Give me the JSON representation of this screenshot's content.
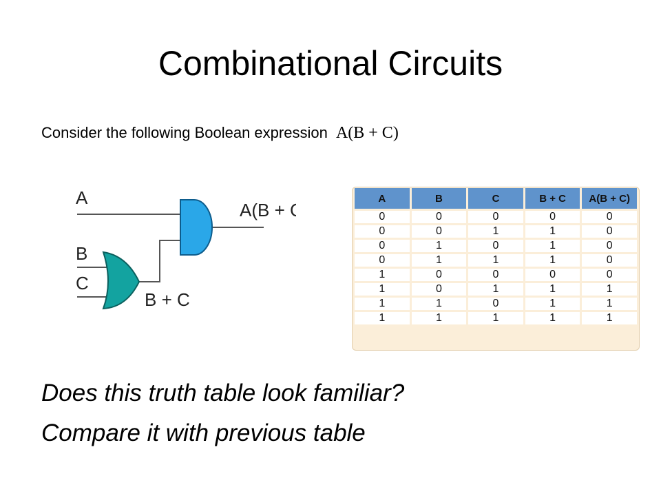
{
  "slide": {
    "title": "Combinational Circuits",
    "subtitle_text": "Consider the following Boolean expression",
    "expression": "A(B + C)",
    "question_1": "Does this truth table look familiar?",
    "question_2": "Compare it with previous table"
  },
  "circuit": {
    "input_a": "A",
    "input_b": "B",
    "input_c": "C",
    "or_output_label": "B + C",
    "output_label": "A(B + C)",
    "and_gate_color": "#2aa7e8",
    "or_gate_color": "#13a3a0"
  },
  "truth_table": {
    "header_color": "#5f93cc",
    "headers": [
      "A",
      "B",
      "C",
      "B + C",
      "A(B + C)"
    ],
    "rows": [
      [
        "0",
        "0",
        "0",
        "0",
        "0"
      ],
      [
        "0",
        "0",
        "1",
        "1",
        "0"
      ],
      [
        "0",
        "1",
        "0",
        "1",
        "0"
      ],
      [
        "0",
        "1",
        "1",
        "1",
        "0"
      ],
      [
        "1",
        "0",
        "0",
        "0",
        "0"
      ],
      [
        "1",
        "0",
        "1",
        "1",
        "1"
      ],
      [
        "1",
        "1",
        "0",
        "1",
        "1"
      ],
      [
        "1",
        "1",
        "1",
        "1",
        "1"
      ]
    ]
  }
}
